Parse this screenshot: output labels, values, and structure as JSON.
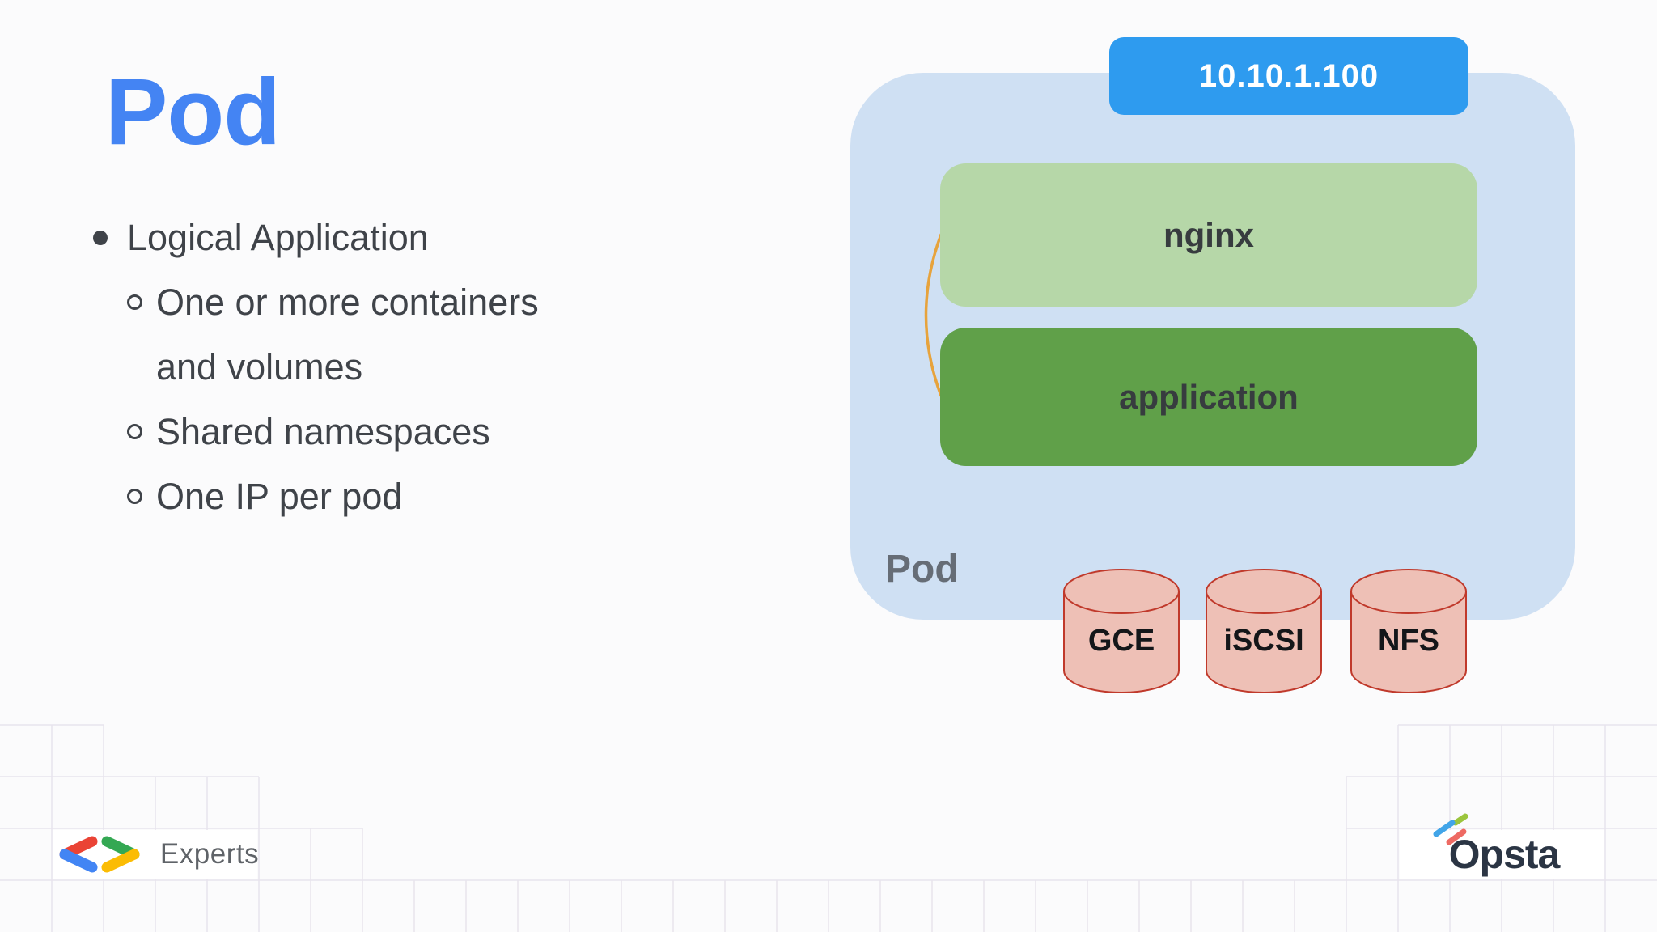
{
  "slide": {
    "title": "Pod",
    "bullets": {
      "main": "Logical Application",
      "sub": [
        "One or more containers\nand volumes",
        "Shared namespaces",
        "One IP per pod"
      ]
    }
  },
  "diagram": {
    "ip_badge": "10.10.1.100",
    "pod_label": "Pod",
    "containers": [
      {
        "label": "nginx"
      },
      {
        "label": "application"
      }
    ],
    "volumes": [
      {
        "label": "GCE"
      },
      {
        "label": "iSCSI"
      },
      {
        "label": "NFS"
      }
    ]
  },
  "footer": {
    "experts_label": "Experts",
    "opsta_label": "Opsta"
  },
  "colors": {
    "slide_bg": "#fbfbfc",
    "title_blue": "#4484f3",
    "text_dark": "#3f4349",
    "pod_bg": "#cfe0f3",
    "badge_blue": "#2e9bef",
    "nginx_green": "#b6d7a8",
    "app_green": "#60a049",
    "container_text": "#373c3f",
    "pod_label_gray": "#666d76",
    "cylinder_fill": "#eec0b6",
    "cylinder_stroke": "#c0392b",
    "cylinder_text": "#141619",
    "connector_orange": "#e7a33c",
    "grid_line": "#e8e4ed",
    "experts_text": "#5f6368",
    "opsta_navy": "#2b3544"
  }
}
